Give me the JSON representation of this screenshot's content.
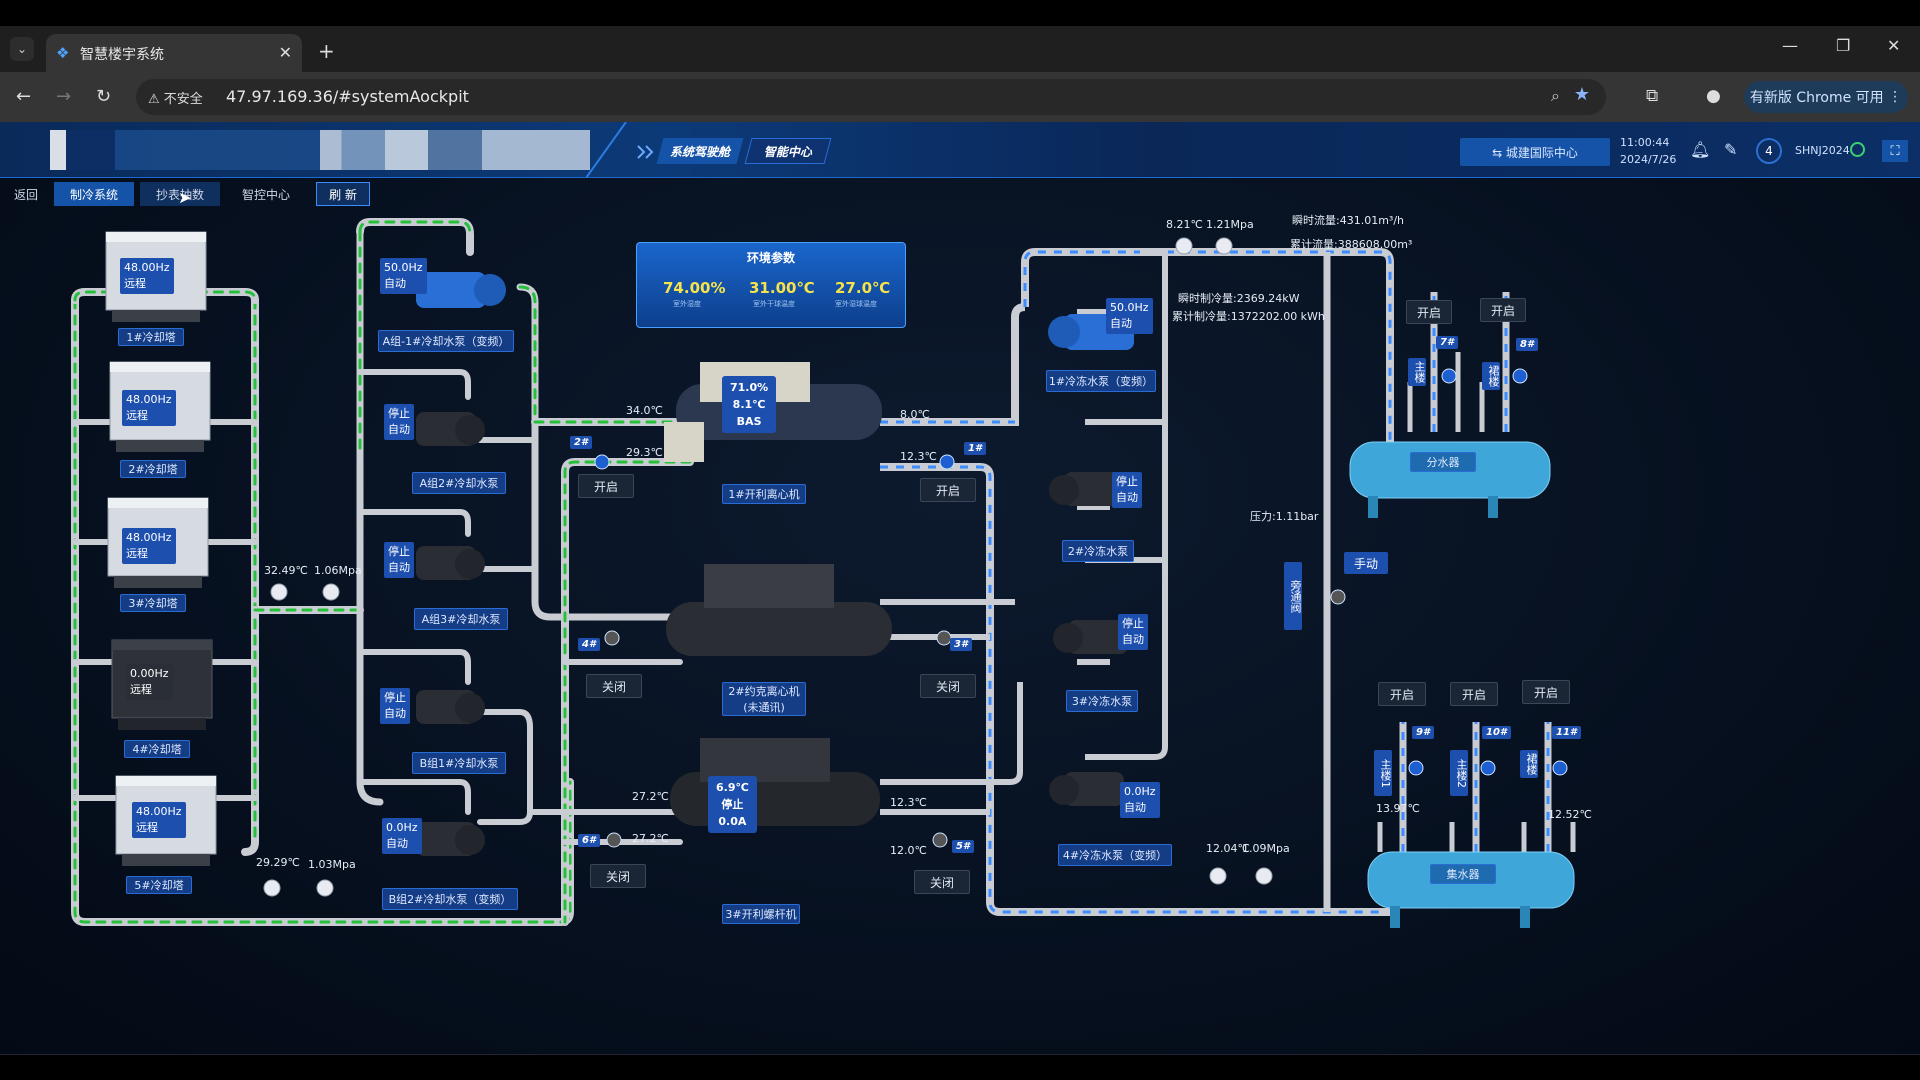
{
  "browser": {
    "tab_title": "智慧楼宇系统",
    "address_warning": "不安全",
    "url": "47.97.169.36/#systemAockpit",
    "update_button": "有新版 Chrome 可用"
  },
  "header": {
    "nav1": "系统驾驶舱",
    "nav2": "智能中心",
    "location_button": "⇆ 城建国际中心",
    "time": "11:00:44",
    "date": "2024/7/26",
    "notifications": "4",
    "user": "SHNJ2024"
  },
  "subnav": {
    "back": "返回",
    "tab1": "制冷系统",
    "tab2": "抄表抽数",
    "tab3": "智控中心",
    "refresh": "刷 新"
  },
  "environment": {
    "title": "环境参数",
    "humidity": "74.00%",
    "humidity_label": "室外湿度",
    "dry_temp": "31.00℃",
    "dry_temp_label": "室外干球温度",
    "wet_temp": "27.0℃",
    "wet_temp_label": "室外湿球温度"
  },
  "cooling_towers": [
    {
      "freq": "48.00Hz",
      "mode": "远程",
      "name": "1#冷却塔"
    },
    {
      "freq": "48.00Hz",
      "mode": "远程",
      "name": "2#冷却塔"
    },
    {
      "freq": "48.00Hz",
      "mode": "远程",
      "name": "3#冷却塔"
    },
    {
      "freq": "0.00Hz",
      "mode": "远程",
      "name": "4#冷却塔"
    },
    {
      "freq": "48.00Hz",
      "mode": "远程",
      "name": "5#冷却塔"
    }
  ],
  "tower_readings": {
    "top_temp": "32.49℃",
    "top_pressure": "1.06Mpa",
    "bottom_temp": "29.29℃",
    "bottom_pressure": "1.03Mpa"
  },
  "cooling_pumps": [
    {
      "l1": "50.0Hz",
      "l2": "自动",
      "name": "A组-1#冷却水泵（变频）"
    },
    {
      "l1": "停止",
      "l2": "自动",
      "name": "A组2#冷却水泵"
    },
    {
      "l1": "停止",
      "l2": "自动",
      "name": "A组3#冷却水泵"
    },
    {
      "l1": "停止",
      "l2": "自动",
      "name": "B组1#冷却水泵"
    },
    {
      "l1": "0.0Hz",
      "l2": "自动",
      "name": "B组2#冷却水泵（变频）"
    }
  ],
  "chillers": [
    {
      "l1": "71.0%",
      "l2": "8.1℃",
      "l3": "BAS",
      "name": "1#开利离心机",
      "t_in": "34.0℃",
      "t_out": "29.3℃",
      "t_chw_out": "8.0℃",
      "t_chw_in": "12.3℃"
    },
    {
      "name": "2#约克离心机",
      "name2": "(未通讯)"
    },
    {
      "l1": "6.9℃",
      "l2": "停止",
      "l3": "0.0A",
      "name": "3#开利螺杆机",
      "t_in": "27.2℃",
      "t_out": "27.2℃",
      "t_chw_out": "12.3℃",
      "t_chw_in": "12.0℃"
    }
  ],
  "valves": [
    {
      "num": "2#",
      "state": "开启"
    },
    {
      "num": "1#",
      "state": "开启"
    },
    {
      "num": "4#",
      "state": "关闭"
    },
    {
      "num": "3#",
      "state": "关闭"
    },
    {
      "num": "6#",
      "state": "关闭"
    },
    {
      "num": "5#",
      "state": "关闭"
    }
  ],
  "chilled_pumps": [
    {
      "l1": "50.0Hz",
      "l2": "自动",
      "name": "1#冷冻水泵（变频）"
    },
    {
      "l1": "停止",
      "l2": "自动",
      "name": "2#冷冻水泵"
    },
    {
      "l1": "停止",
      "l2": "自动",
      "name": "3#冷冻水泵"
    },
    {
      "l1": "0.0Hz",
      "l2": "自动",
      "name": "4#冷冻水泵（变频）"
    }
  ],
  "top_readings": {
    "temp": "8.21℃",
    "pressure": "1.21Mpa",
    "flow_now": "瞬时流量:431.01m³/h",
    "flow_total": "累计流量:388608.00m³",
    "cool_now": "瞬时制冷量:2369.24kW",
    "cool_total": "累计制冷量:1372202.00 kWh"
  },
  "bottom_readings": {
    "temp": "12.04℃",
    "pressure": "1.09Mpa"
  },
  "bypass": {
    "pressure": "压力:1.11bar",
    "label": "旁通阀",
    "mode": "手动"
  },
  "distributor": {
    "name": "分水器",
    "branches": [
      {
        "state": "开启",
        "num": "7#",
        "label": "主楼"
      },
      {
        "state": "开启",
        "num": "8#",
        "label": "裙楼"
      }
    ]
  },
  "collector": {
    "name": "集水器",
    "temp_left": "13.97℃",
    "temp_right": "12.52℃",
    "branches": [
      {
        "state": "开启",
        "num": "9#",
        "label": "主楼1"
      },
      {
        "state": "开启",
        "num": "10#",
        "label": "主楼2"
      },
      {
        "state": "开启",
        "num": "11#",
        "label": "裙楼"
      }
    ]
  }
}
